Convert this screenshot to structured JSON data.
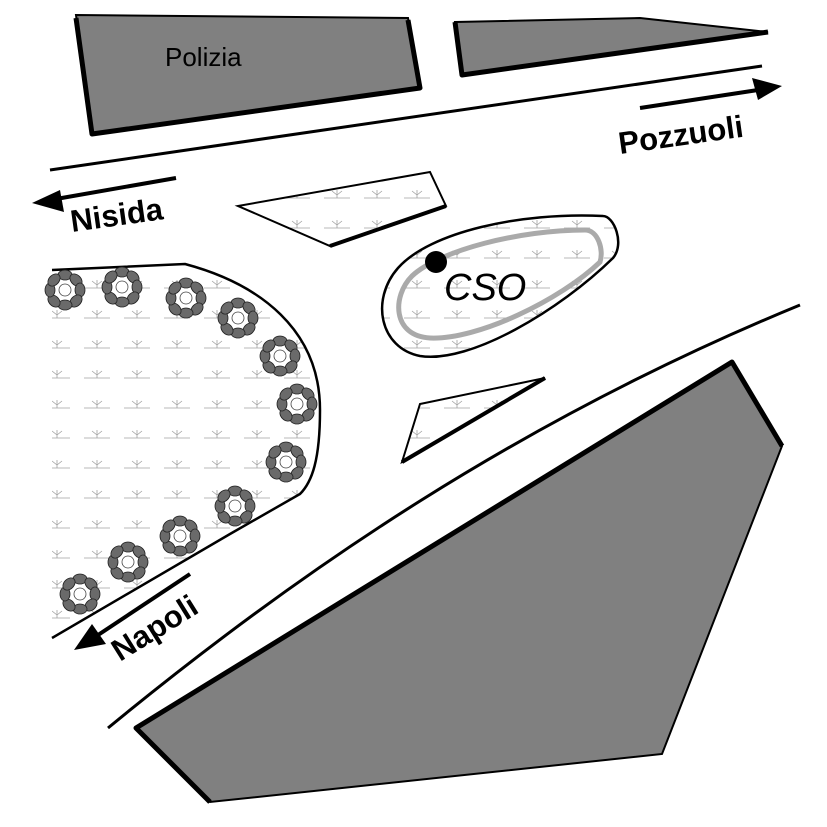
{
  "labels": {
    "police": "Polizia",
    "pozzuoli": "Pozzuoli",
    "nisida": "Nisida",
    "cso": "CSO",
    "napoli": "Napoli"
  },
  "colors": {
    "building": "#808080",
    "building_edge": "#000000",
    "road_line": "#000000",
    "grass_mark": "#9a9a9a",
    "bush": "#6a6a6a",
    "marker": "#000000",
    "inner_path": "#aaaaaa"
  }
}
